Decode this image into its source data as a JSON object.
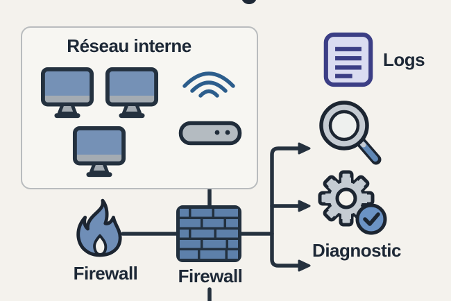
{
  "colors": {
    "background": "#f4f2ed",
    "box_fill": "#f7f6f2",
    "box_border": "#b9bcbe",
    "outline_dark": "#24313f",
    "text": "#1d2836",
    "steel_blue": "#6f8eb7",
    "brick_blue": "#5d80aa",
    "wifi_blue": "#2c5d8c",
    "device_gray": "#b4bbc1",
    "gear_gray": "#c5ccd3",
    "lavender": "#dadcf1",
    "indigo": "#3b3e85",
    "badge_blue": "#6b93c5"
  },
  "network_box": {
    "title": "Réseau interne"
  },
  "nodes": {
    "flame_firewall": {
      "label": "Firewall",
      "icon": "flame-icon"
    },
    "wall_firewall": {
      "label": "Firewall",
      "icon": "brick-wall-icon"
    },
    "logs": {
      "label": "Logs",
      "icon": "log-document-icon"
    },
    "magnifier": {
      "icon": "magnifier-icon"
    },
    "diagnostic": {
      "label": "Diagnostic",
      "icons": [
        "gear-icon",
        "check-badge-icon"
      ]
    }
  },
  "network_box_icons": [
    "computer-icon",
    "computer-icon",
    "computer-icon",
    "wifi-icon",
    "router-icon"
  ],
  "connector_arrows": 3
}
